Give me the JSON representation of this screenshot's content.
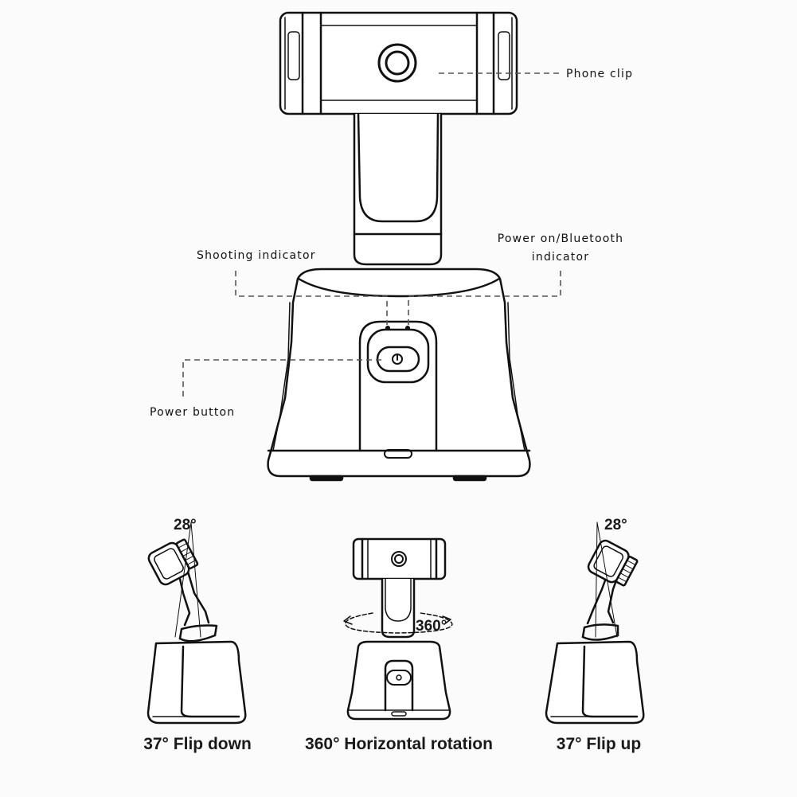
{
  "callouts": {
    "phone_clip": "Phone clip",
    "power_bt_line1": "Power on/Bluetooth",
    "power_bt_line2": "indicator",
    "shooting_indicator": "Shooting indicator",
    "power_button": "Power button"
  },
  "panels": {
    "flip_down": {
      "angle": "28°",
      "caption": "37°  Flip down"
    },
    "rotation": {
      "angle": "360°",
      "caption": "360°  Horizontal rotation"
    },
    "flip_up": {
      "angle": "28°",
      "caption": "37°  Flip up"
    }
  },
  "colors": {
    "stroke": "#111111",
    "background": "#fbfbfb",
    "dash": "#555555"
  }
}
